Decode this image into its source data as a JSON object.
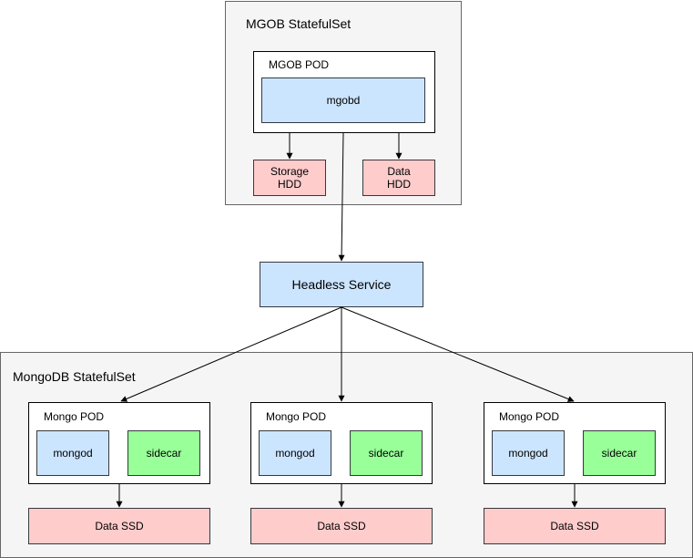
{
  "mgob_group": {
    "title": "MGOB StatefulSet",
    "pod_title": "MGOB POD",
    "container": "mgobd",
    "volumes": [
      "Storage\nHDD",
      "Data\nHDD"
    ]
  },
  "service": {
    "label": "Headless Service"
  },
  "mongo_group": {
    "title": "MongoDB StatefulSet",
    "pods": [
      {
        "title": "Mongo POD",
        "main": "mongod",
        "side": "sidecar",
        "volume": "Data SSD"
      },
      {
        "title": "Mongo POD",
        "main": "mongod",
        "side": "sidecar",
        "volume": "Data SSD"
      },
      {
        "title": "Mongo POD",
        "main": "mongod",
        "side": "sidecar",
        "volume": "Data SSD"
      }
    ]
  },
  "colors": {
    "group_fill": "#f5f5f5",
    "container_blue": "#cce5ff",
    "sidecar_green": "#99ff99",
    "volume_red": "#ffcccc"
  }
}
